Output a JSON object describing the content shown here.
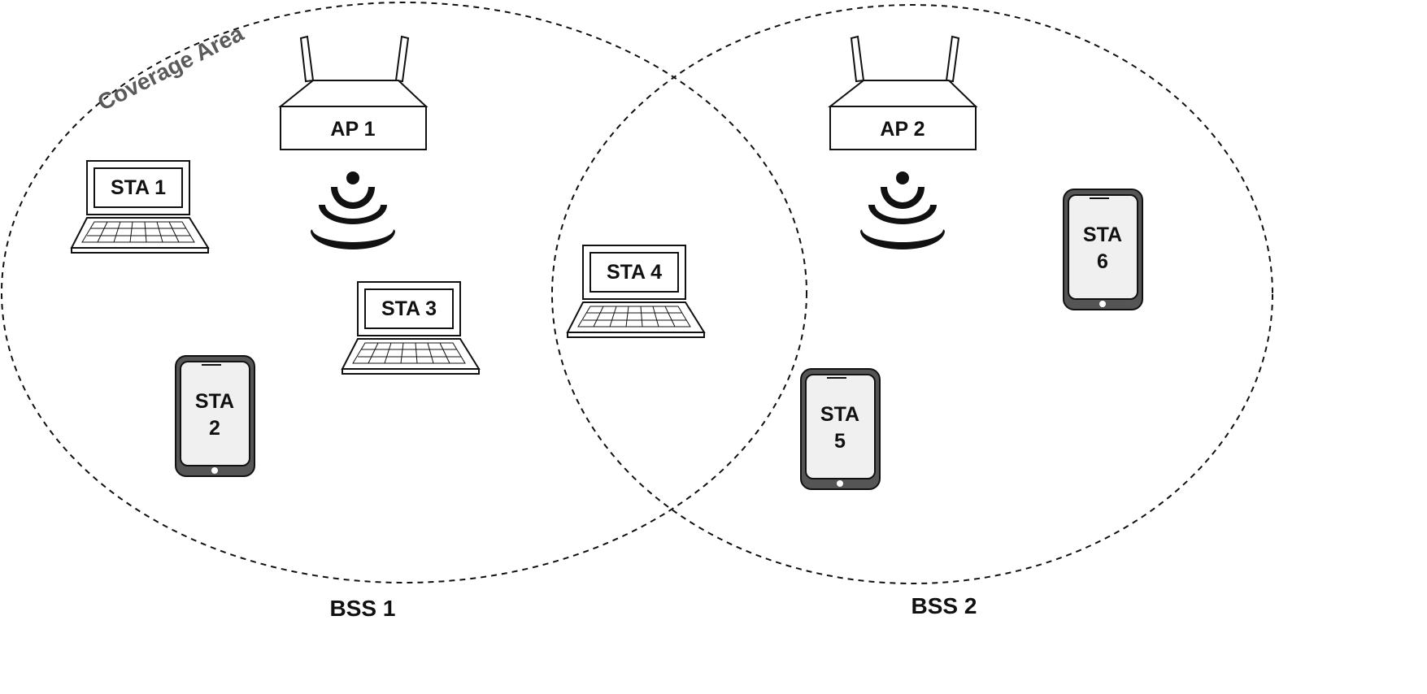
{
  "colors": {
    "line": "#111111",
    "coverage_label": "#5a5a5a",
    "phone_body": "#555555",
    "phone_screen": "#f0f0f0",
    "background": "#ffffff"
  },
  "coverage_label": "Coverage Area",
  "bss": [
    {
      "label": "BSS 1"
    },
    {
      "label": "BSS 2"
    }
  ],
  "access_points": [
    {
      "label": "AP 1",
      "icon": "wireless-router-icon",
      "signal_icon": "wifi-signal-icon"
    },
    {
      "label": "AP 2",
      "icon": "wireless-router-icon",
      "signal_icon": "wifi-signal-icon"
    }
  ],
  "stations": [
    {
      "label": "STA 1",
      "device": "laptop"
    },
    {
      "label_lines": [
        "STA",
        "2"
      ],
      "device": "smartphone"
    },
    {
      "label": "STA 3",
      "device": "laptop"
    },
    {
      "label": "STA 4",
      "device": "laptop"
    },
    {
      "label_lines": [
        "STA",
        "5"
      ],
      "device": "smartphone"
    },
    {
      "label_lines": [
        "STA",
        "6"
      ],
      "device": "smartphone"
    }
  ]
}
